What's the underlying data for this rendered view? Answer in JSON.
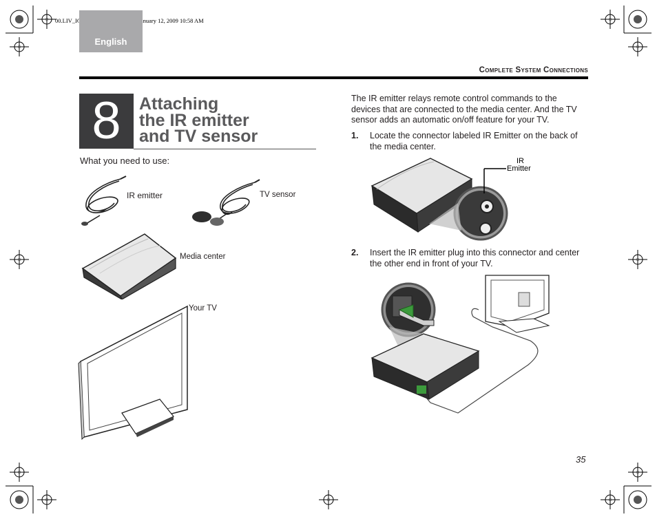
{
  "slug": "00.LIV_IG.book  Page 35  Monday, January 12, 2009  10:58 AM",
  "language_tab": "English",
  "section_header": "Complete System Connections",
  "chapter": {
    "number": "8",
    "title_lines": [
      "Attaching",
      "the IR emitter",
      "and TV sensor"
    ]
  },
  "need_label": "What you need to use:",
  "items": {
    "ir_emitter": "IR emitter",
    "tv_sensor": "TV sensor",
    "media_center": "Media center",
    "your_tv": "Your TV"
  },
  "intro": "The IR emitter relays remote control commands to the devices that are connected to the media center. And the TV sensor adds an automatic on/off feature for your TV.",
  "steps": [
    {
      "num": "1.",
      "text": "Locate the connector labeled IR Emitter on the back of the media center."
    },
    {
      "num": "2.",
      "text": "Insert the IR emitter plug into this connector and center the other end in front of your TV."
    }
  ],
  "callout": {
    "line1": "IR",
    "line2": "Emitter"
  },
  "page_number": "35",
  "colors": {
    "tab": "#a9a9ab",
    "chapter_box": "#3b3b3d",
    "title": "#5a5a5c",
    "green": "#3c9a3c"
  }
}
